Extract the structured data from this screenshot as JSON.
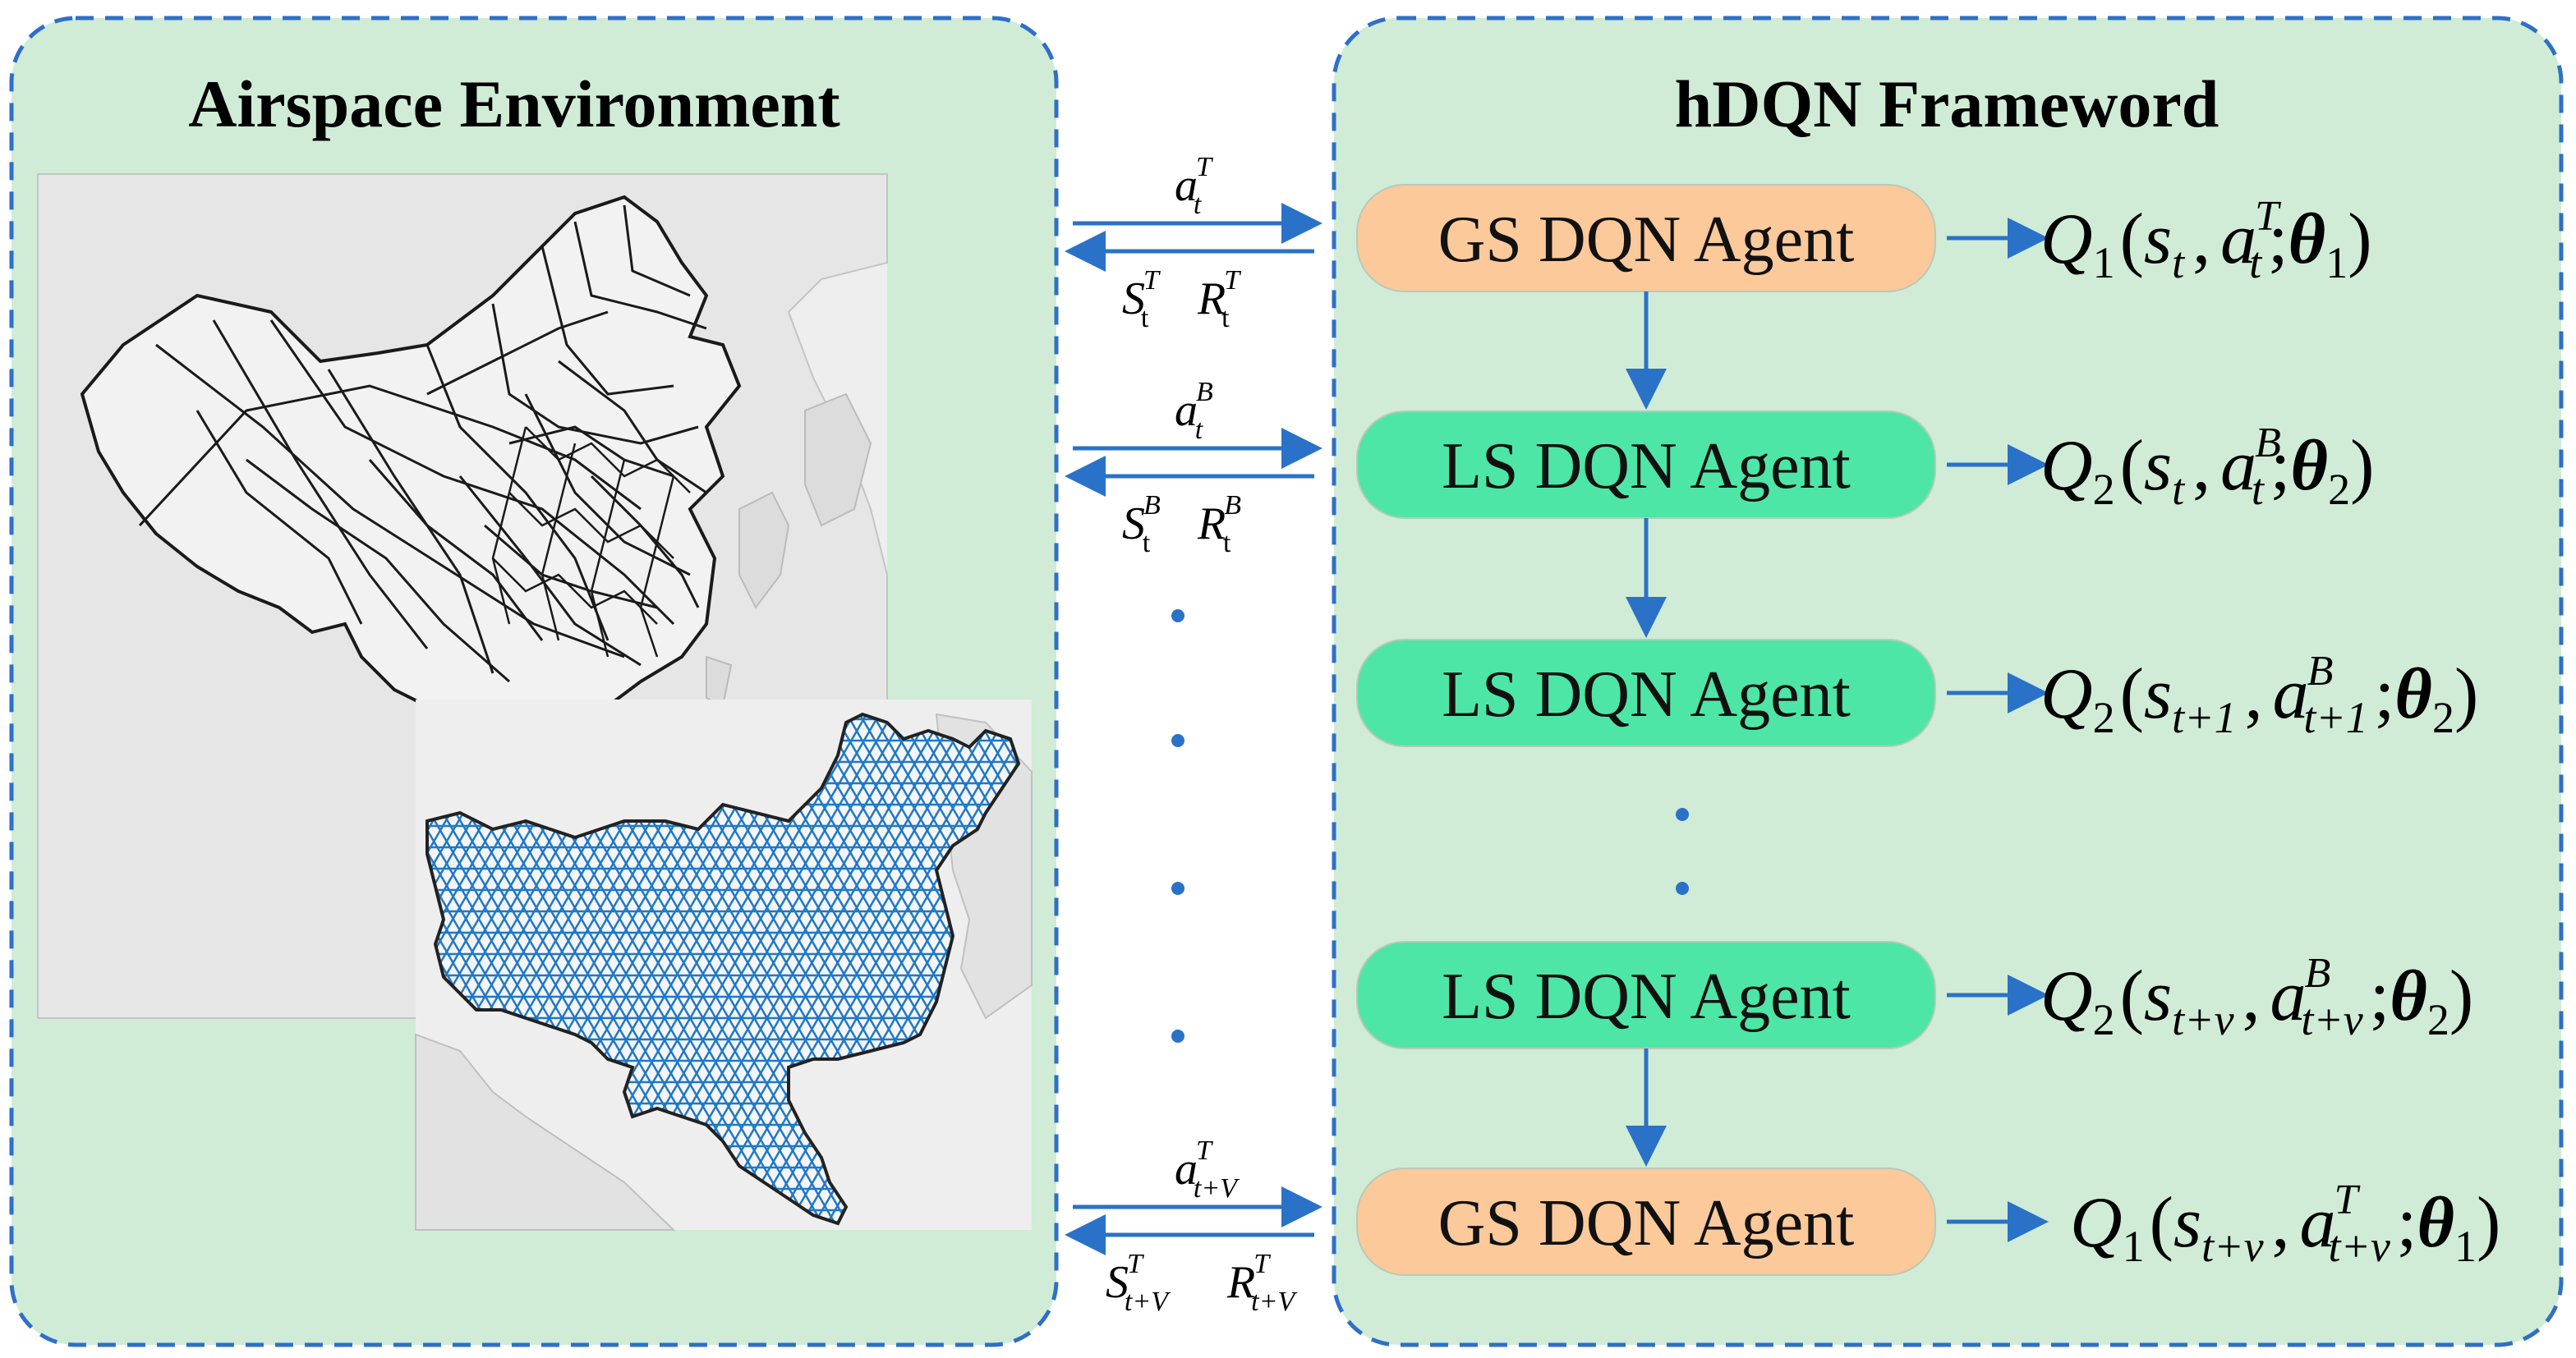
{
  "left_panel": {
    "title": "Airspace Environment"
  },
  "right_panel": {
    "title": "hDQN Frameword"
  },
  "agents": [
    {
      "label": "GS DQN Agent",
      "kind": "GS",
      "q": {
        "n": "1",
        "s": "t",
        "ssup": "",
        "a_sup": "T",
        "a_sub": "t",
        "theta": "1"
      }
    },
    {
      "label": "LS DQN Agent",
      "kind": "LS",
      "q": {
        "n": "2",
        "s": "t",
        "a_sup": "B",
        "a_sub": "t",
        "theta": "2"
      }
    },
    {
      "label": "LS DQN Agent",
      "kind": "LS",
      "q": {
        "n": "2",
        "s": "t+1",
        "a_sup": "B",
        "a_sub": "t+1",
        "theta": "2"
      }
    },
    {
      "label": "LS DQN Agent",
      "kind": "LS",
      "q": {
        "n": "2",
        "s": "t+v",
        "a_sup": "B",
        "a_sub": "t+v",
        "theta": "2"
      }
    },
    {
      "label": "GS DQN Agent",
      "kind": "GS",
      "q": {
        "n": "1",
        "s": "t+v",
        "a_sup": "T",
        "a_sub": "t+v",
        "theta": "1"
      }
    }
  ],
  "signals": [
    {
      "action": "a",
      "action_sup": "T",
      "action_sub": "t",
      "state": "S",
      "state_sup": "T",
      "state_sub": "t",
      "reward": "R",
      "reward_sup": "T",
      "reward_sub": "t"
    },
    {
      "action": "a",
      "action_sup": "B",
      "action_sub": "t",
      "state": "S",
      "state_sup": "B",
      "state_sub": "t",
      "reward": "R",
      "reward_sup": "B",
      "reward_sub": "t"
    },
    {
      "action": "a",
      "action_sup": "T",
      "action_sub": "t+V",
      "state": "S",
      "state_sup": "T",
      "state_sub": "t+V",
      "reward": "R",
      "reward_sup": "T",
      "reward_sub": "t+V"
    }
  ],
  "q_symbol": "Q",
  "state_symbol": "s",
  "action_symbol": "a",
  "theta_symbol": "θ",
  "colors": {
    "panel_fill": "#d0ecd6",
    "panel_border": "#2f6fc7",
    "gs_agent": "#fbc99a",
    "ls_agent": "#4ee6a6",
    "arrow": "#2a72c8",
    "grid_line": "#1f78c8",
    "map_bg": "#eeeeee"
  }
}
